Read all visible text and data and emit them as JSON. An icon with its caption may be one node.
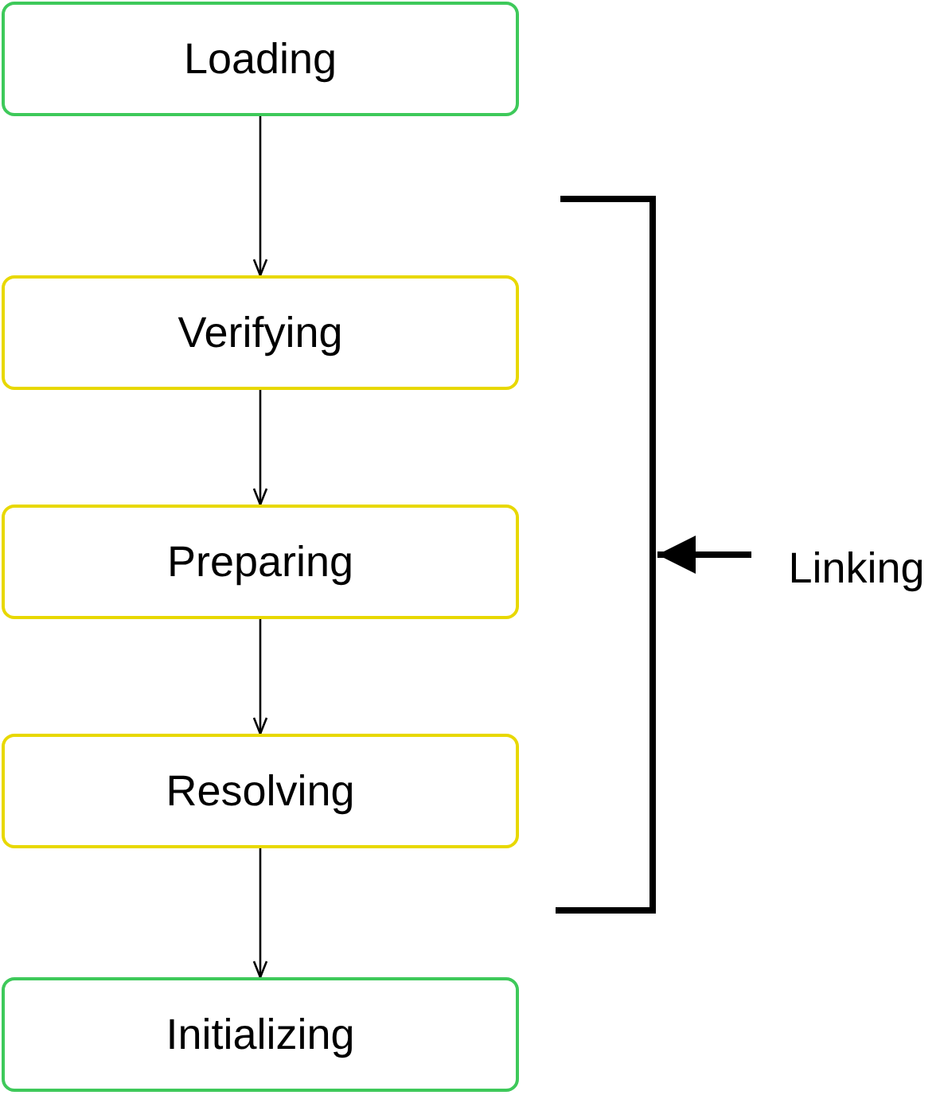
{
  "diagram": {
    "nodes": [
      {
        "text": [
          "Loading"
        ]
      },
      {
        "text": [
          "Verifying"
        ]
      },
      {
        "text": [
          "Preparing"
        ]
      },
      {
        "text": [
          "Resolving"
        ]
      },
      {
        "text": [
          "Initializing"
        ]
      },
      {
        "text": [],
        "shape": "bracket"
      },
      {
        "text": [
          "Linking"
        ]
      }
    ],
    "edges": [
      {
        "from": 0,
        "to": 1,
        "arrow": "to"
      },
      {
        "from": 1,
        "to": 2,
        "arrow": "to"
      },
      {
        "from": 2,
        "to": 3,
        "arrow": "to"
      },
      {
        "from": 3,
        "to": 4,
        "arrow": "to"
      },
      {
        "from": 6,
        "to": 5,
        "arrow": "to",
        "style": "thick"
      }
    ]
  }
}
